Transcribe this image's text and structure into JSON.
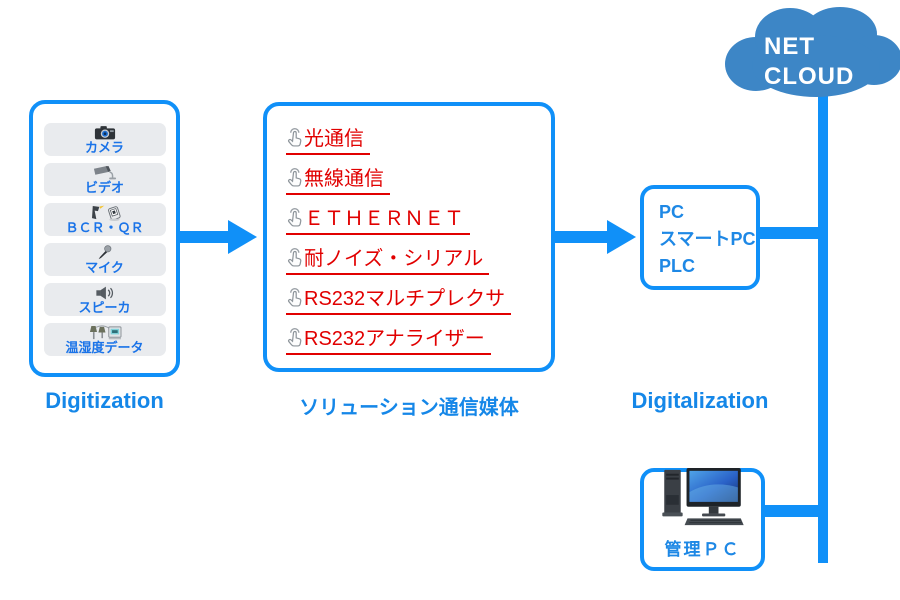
{
  "colors": {
    "accent": "#1090f8",
    "link_red": "#e10000",
    "cloud_blue": "#3d86c6",
    "item_bg": "#e9ebee",
    "label_blue": "#1587e8",
    "item_text": "#1a73e8",
    "device_text": "#1e88e5"
  },
  "digitization": {
    "label": "Digitization",
    "items": [
      {
        "icon": "camera-icon",
        "label": "カメラ"
      },
      {
        "icon": "video-camera-icon",
        "label": "ビデオ"
      },
      {
        "icon": "barcode-qr-scanner-icon",
        "label": "ＢＣＲ・ＱＲ"
      },
      {
        "icon": "microphone-icon",
        "label": "マイク"
      },
      {
        "icon": "speaker-icon",
        "label": "スピーカ"
      },
      {
        "icon": "temperature-humidity-sensor-icon",
        "label": "温湿度データ"
      }
    ]
  },
  "solutions": {
    "label": "ソリューション通信媒体",
    "links": [
      "光通信",
      "無線通信",
      "ＥＴＨＥＲＮＥＴ",
      "耐ノイズ・シリアル",
      "RS232マルチプレクサ",
      "RS232アナライザー"
    ]
  },
  "digitalization": {
    "label": "Digitalization",
    "devices": [
      "PC",
      "スマートPC",
      "PLC"
    ]
  },
  "cloud": {
    "line1": "NET",
    "line2": "CLOUD"
  },
  "management": {
    "label": "管理ＰＣ"
  }
}
